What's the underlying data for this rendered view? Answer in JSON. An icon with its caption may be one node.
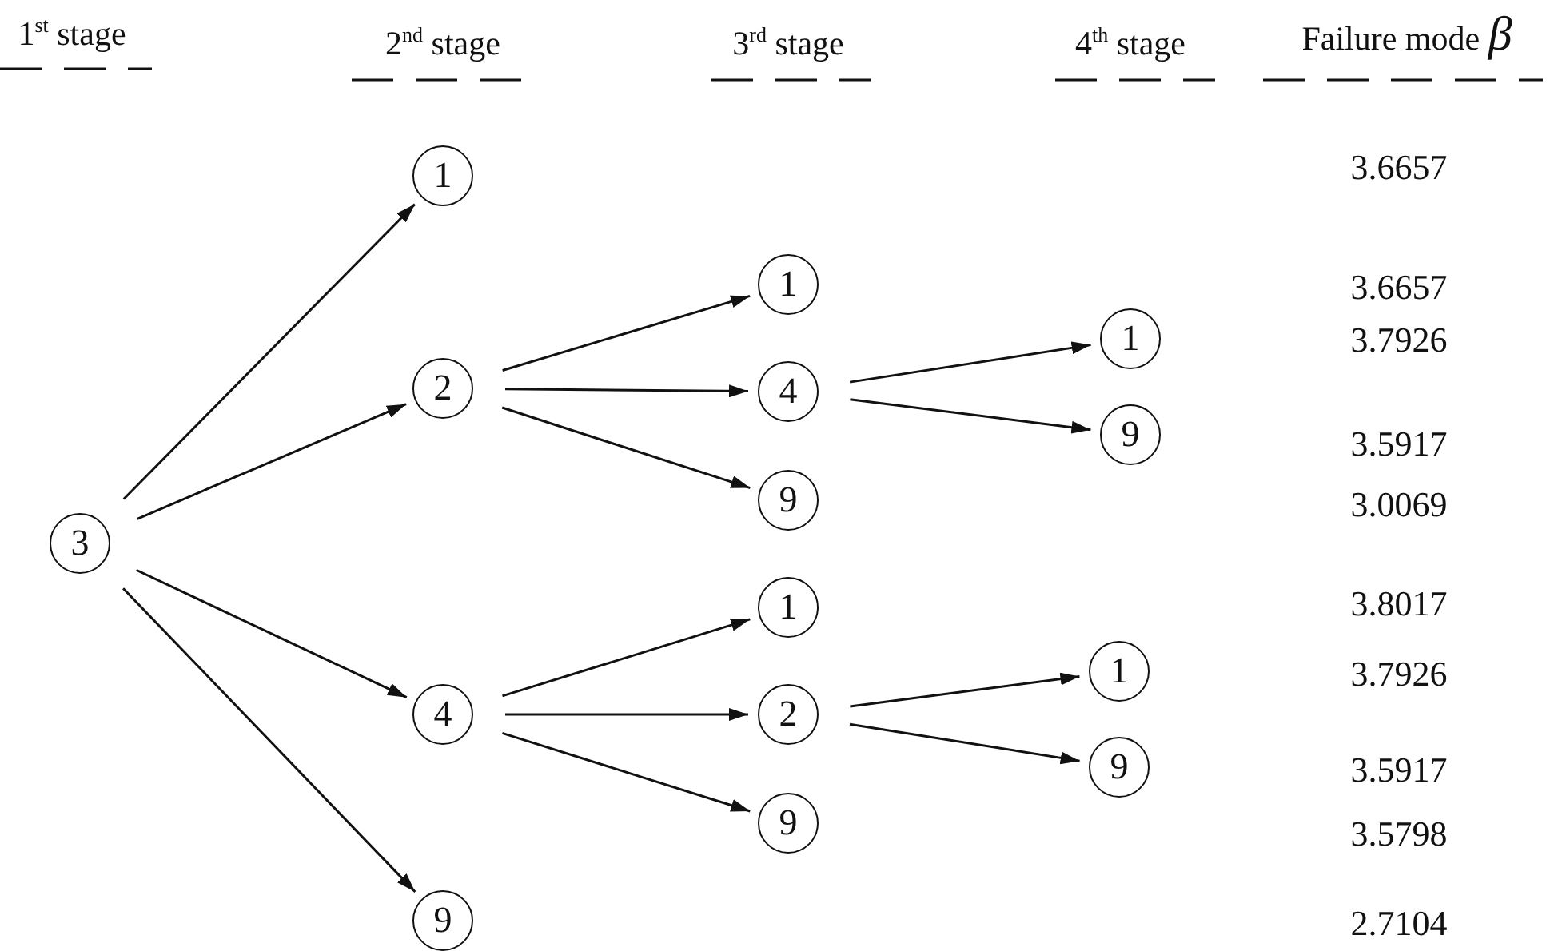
{
  "diagram": {
    "nodes": [
      {
        "text": [
          "3"
        ]
      },
      {
        "text": [
          "1"
        ]
      },
      {
        "text": [
          "2"
        ]
      },
      {
        "text": [
          "4"
        ]
      },
      {
        "text": [
          "9"
        ]
      },
      {
        "text": [
          "1"
        ]
      },
      {
        "text": [
          "4"
        ]
      },
      {
        "text": [
          "9"
        ]
      },
      {
        "text": [
          "1"
        ]
      },
      {
        "text": [
          "2"
        ]
      },
      {
        "text": [
          "9"
        ]
      },
      {
        "text": [
          "1"
        ]
      },
      {
        "text": [
          "9"
        ]
      },
      {
        "text": [
          "1"
        ]
      },
      {
        "text": [
          "9"
        ]
      }
    ],
    "edges": [
      {
        "from": 0,
        "to": 1,
        "arrow": "to"
      },
      {
        "from": 0,
        "to": 2,
        "arrow": "to"
      },
      {
        "from": 0,
        "to": 3,
        "arrow": "to"
      },
      {
        "from": 0,
        "to": 4,
        "arrow": "to"
      },
      {
        "from": 2,
        "to": 5,
        "arrow": "to"
      },
      {
        "from": 2,
        "to": 6,
        "arrow": "to"
      },
      {
        "from": 2,
        "to": 7,
        "arrow": "to"
      },
      {
        "from": 3,
        "to": 8,
        "arrow": "to"
      },
      {
        "from": 3,
        "to": 9,
        "arrow": "to"
      },
      {
        "from": 3,
        "to": 10,
        "arrow": "to"
      },
      {
        "from": 6,
        "to": 11,
        "arrow": "to"
      },
      {
        "from": 6,
        "to": 12,
        "arrow": "to"
      },
      {
        "from": 9,
        "to": 13,
        "arrow": "to"
      },
      {
        "from": 9,
        "to": 14,
        "arrow": "to"
      }
    ],
    "labels": [
      "1$^{st}$ stage",
      "2$^{nd}$ stage",
      "3$^{rd}$ stage",
      "4$^{th}$ stage",
      "Failure mode *β*",
      "3.6657",
      "3.6657",
      "3.7926",
      "3.5917",
      "3.0069",
      "3.8017",
      "3.7926",
      "3.5917",
      "3.5798",
      "2.7104"
    ]
  }
}
